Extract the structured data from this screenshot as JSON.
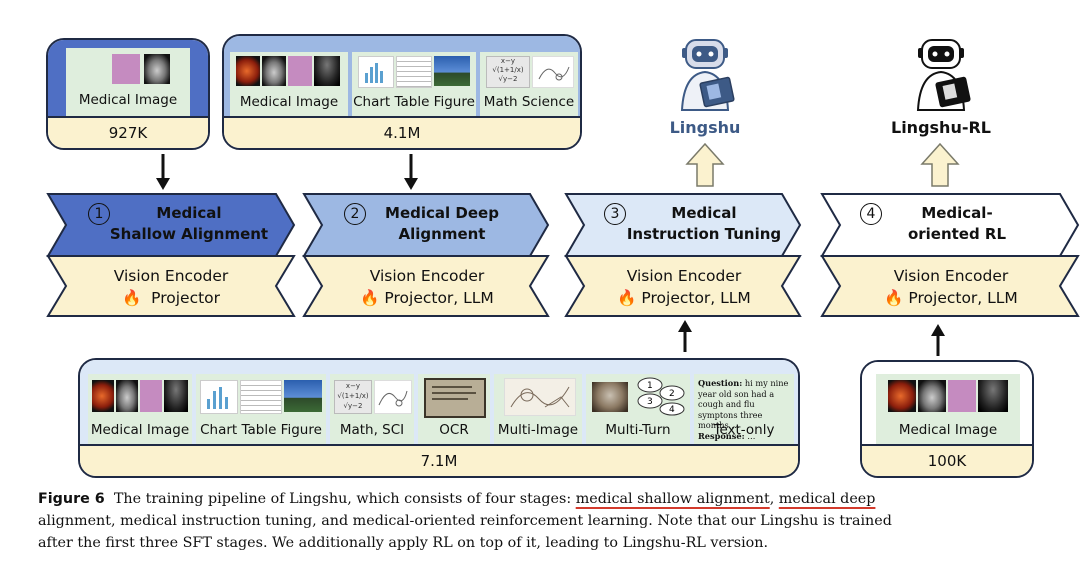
{
  "colors": {
    "stage1": "#4f6fc4",
    "stage2": "#9db8e3",
    "stage3": "#dce8f7",
    "stage4": "#ffffff",
    "component_fill": "#fbf2cf",
    "thumb_panel": "#dfeedd",
    "outline": "#1f2a44",
    "lingshu_blue": "#3d5a86",
    "underline_red": "#d33a2c"
  },
  "data_cards": {
    "stage1": {
      "labels": [
        "Medical Image"
      ],
      "count": "927K"
    },
    "stage2": {
      "labels": [
        "Medical Image",
        "Chart Table Figure",
        "Math Science"
      ],
      "count": "4.1M"
    },
    "stage3": {
      "labels": [
        "Medical Image",
        "Chart Table Figure",
        "Math, SCI",
        "OCR",
        "Multi-Image",
        "Multi-Turn",
        "Text-only"
      ],
      "count": "7.1M",
      "text_sample": {
        "question_label": "Question:",
        "question": "hi my nine year old son had a cough and flu symptons three months …",
        "response_label": "Response:",
        "response": "…"
      }
    },
    "stage4": {
      "labels": [
        "Medical Image"
      ],
      "count": "100K"
    }
  },
  "stages": [
    {
      "number": "1",
      "title_lines": [
        "Medical",
        "Shallow Alignment"
      ],
      "components": [
        "Vision Encoder",
        "Projector"
      ]
    },
    {
      "number": "2",
      "title_lines": [
        "Medical Deep",
        "Alignment"
      ],
      "components": [
        "Vision Encoder",
        "Projector, LLM"
      ]
    },
    {
      "number": "3",
      "title_lines": [
        "Medical",
        "Instruction Tuning"
      ],
      "components": [
        "Vision Encoder",
        "Projector, LLM"
      ]
    },
    {
      "number": "4",
      "title_lines": [
        "Medical-",
        "oriented RL"
      ],
      "components": [
        "Vision Encoder",
        "Projector, LLM"
      ]
    }
  ],
  "models": {
    "lingshu": "Lingshu",
    "lingshu_rl": "Lingshu-RL"
  },
  "icons": {
    "trainable": "fire-icon",
    "robot": "robot-doctor-icon"
  },
  "caption": {
    "label": "Figure 6",
    "part1": "  The training pipeline of Lingshu, which consists of four stages: ",
    "u1": "medical shallow alignment",
    "part2": ", ",
    "u2": "medical deep",
    "line2": "alignment, medical instruction tuning, and medical-oriented reinforcement learning. Note that our Lingshu is trained",
    "line3": "after the first three SFT stages. We additionally apply RL on top of it, leading to Lingshu-RL version."
  }
}
